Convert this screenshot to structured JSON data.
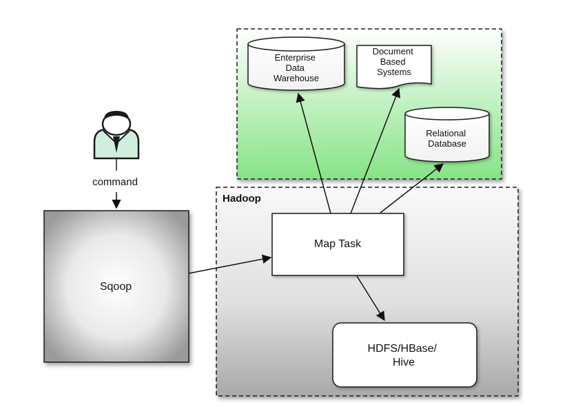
{
  "diagram": {
    "user_label": "command",
    "sqoop_label": "Sqoop",
    "hadoop_label": "Hadoop",
    "map_task_label": "Map Task",
    "hdfs_lines": [
      "HDFS/HBase/",
      "Hive"
    ],
    "edw_lines": [
      "Enterprise",
      "Data",
      "Warehouse"
    ],
    "doc_lines": [
      "Document",
      "Based",
      "Systems"
    ],
    "rdb_lines": [
      "Relational",
      "Database"
    ]
  },
  "colors": {
    "green_region_top": "#ffffff",
    "green_region_bottom": "#8ce68c",
    "hadoop_region_top": "#f8f8f8",
    "hadoop_region_bottom": "#a8a8a8",
    "user_skin": "#d9f5e6",
    "stroke": "#1a1a1a"
  },
  "icons": [
    "user-icon"
  ]
}
